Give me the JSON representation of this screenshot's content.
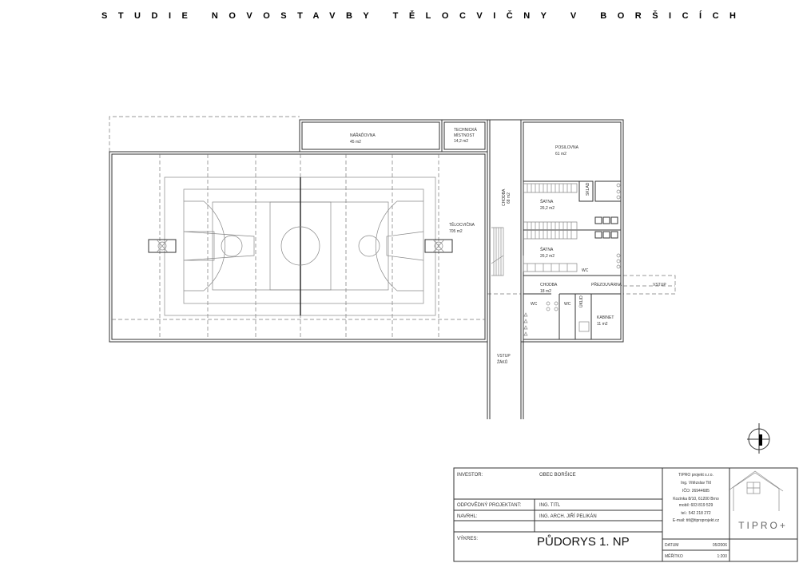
{
  "title": "STUDIE NOVOSTAVBY TĚLOCVIČNY V BORŠICÍCH",
  "rooms": {
    "naradovna": {
      "name": "NÁŘAĎOVNA",
      "area": "45 m2"
    },
    "technicka": {
      "name1": "TECHNICKÁ",
      "name2": "MÍSTNOST",
      "area": "14,2 m2"
    },
    "posilovna": {
      "name": "POSILOVNA",
      "area": "61 m2"
    },
    "satna1": {
      "name": "ŠATNA",
      "area": "26,2 m2"
    },
    "satna2": {
      "name": "ŠATNA",
      "area": "26,2 m2"
    },
    "chodba_big": {
      "name": "CHODBA",
      "area": "68 m2"
    },
    "telocvicna": {
      "name": "TĚLOCVIČNA",
      "area": "705 m2"
    },
    "chodba_small": {
      "name": "CHODBA",
      "area": "18 m2"
    },
    "prezouvarna": {
      "name": "PŘEZOUVÁRNA"
    },
    "vstup": {
      "name": "VSTUP"
    },
    "vstup_zaku": {
      "name1": "VSTUP",
      "name2": "ŽÁKŮ"
    },
    "kabinet": {
      "name": "KABINET",
      "area": "11 m2"
    },
    "sklad": {
      "name": "SKLAD"
    },
    "uklid": {
      "name": "ÚKLID"
    },
    "wc1": {
      "name": "WC"
    },
    "wc2": {
      "name": "WC"
    },
    "wc3": {
      "name": "WC"
    }
  },
  "title_block": {
    "investor_label": "INVESTOR:",
    "investor_value": "OBEC BORŠICE",
    "projektant_label": "ODPOVĚDNÝ PROJEKTANT:",
    "projektant_value": "ING. TITL",
    "navrhl_label": "NAVRHL:",
    "navrhl_value": "ING. ARCH. JIŘÍ PELIKÁN",
    "vykres_label": "VÝKRES:",
    "vykres_value": "PŮDORYS 1. NP",
    "company": [
      "TIPRO projekt s.r.o.",
      "Ing. Vítězslav Titl",
      "IČO: 26944685",
      "Kozinka 8/10, 61200 Brno",
      "mobil: 603 819 529",
      "tel.: 542 218 272",
      "E-mail: titl@tiproprojekt.cz"
    ],
    "datum_label": "DATUM",
    "datum_value": "05/2006",
    "meritko_label": "MĚŘÍTKO",
    "meritko_value": "1:200",
    "logo_text": "TIPRO+"
  }
}
